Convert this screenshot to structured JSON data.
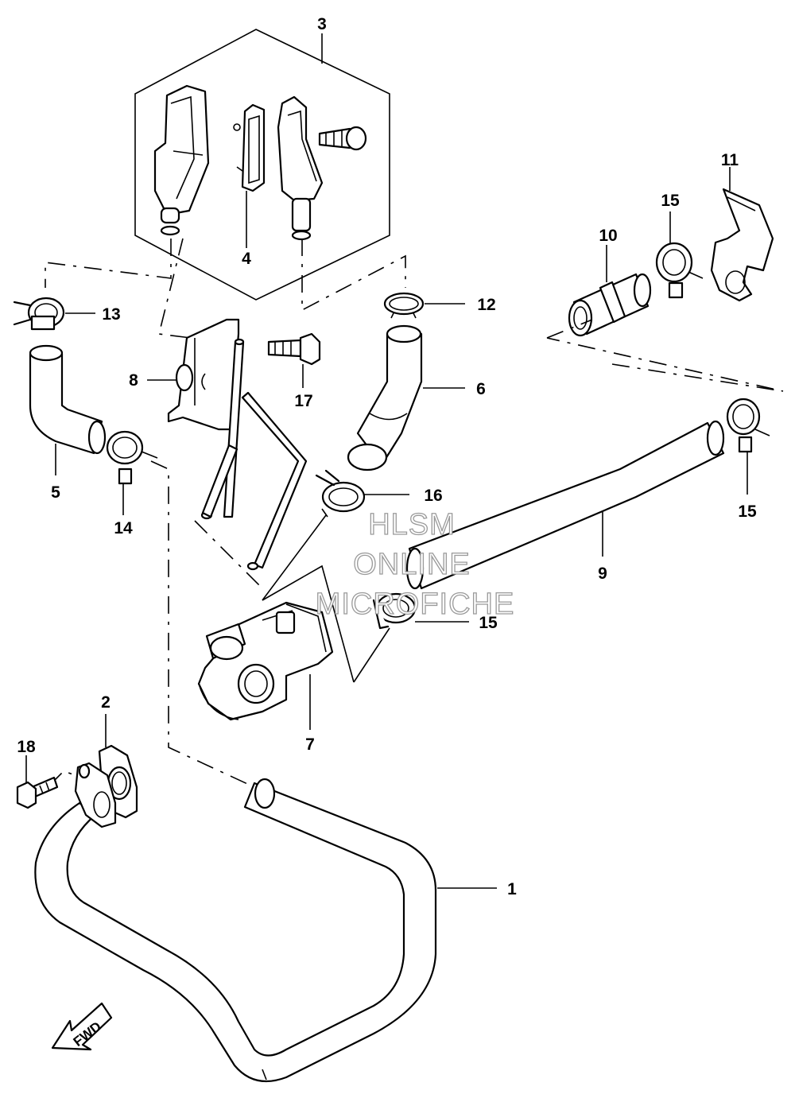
{
  "callouts": {
    "c1": "1",
    "c2": "2",
    "c3": "3",
    "c4": "4",
    "c5": "5",
    "c6": "6",
    "c7": "7",
    "c8": "8",
    "c9": "9",
    "c10": "10",
    "c11": "11",
    "c12": "12",
    "c13": "13",
    "c14": "14",
    "c15a": "15",
    "c15b": "15",
    "c15c": "15",
    "c16": "16",
    "c17": "17",
    "c18": "18"
  },
  "watermark": {
    "line1": "HLSM",
    "line2": "ONLINE",
    "line3": "MICROFICHE"
  },
  "fwd_label": "FWD"
}
